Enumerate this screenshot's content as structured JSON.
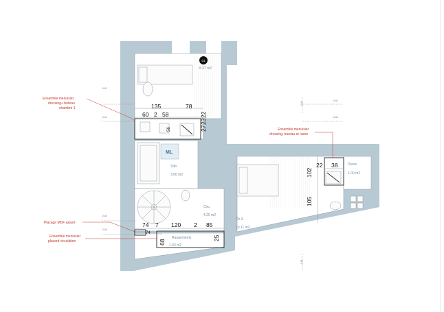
{
  "annotations": {
    "dressing_bureau": {
      "line1": "Ensemble menuisier",
      "line2": "dressing+ bureau",
      "line3": "chambre 1"
    },
    "dressing_right": {
      "line1": "Ensemble menuisier",
      "line2": "dressing, bureau et rasse"
    },
    "placage": {
      "line1": "Placage MDF ajouré"
    },
    "placard": {
      "line1": "Ensemble menuisier",
      "line2": "placard circulation"
    }
  },
  "rooms": {
    "bedroom1": {
      "area": "8.37 m2",
      "tag": "01"
    },
    "sdb": {
      "name": "Sdb",
      "area": "3.66 m2"
    },
    "ml": {
      "label": "ML"
    },
    "circ": {
      "name": "Circ.",
      "area": "4.25 m2"
    },
    "ch3": {
      "name": "Ch.3",
      "area": "10.11 m2"
    },
    "rangements": {
      "name": "Rangements",
      "area": "1.33 m2"
    },
    "dress": {
      "name": "Dress",
      "area": "1.00 m2"
    }
  },
  "dimensions": {
    "d135": "135",
    "d78": "78",
    "d60": "60",
    "d2a": "2",
    "d58": "58",
    "d22a": "22",
    "d27": "27",
    "d23": "23",
    "d56": "56",
    "d74a": "74",
    "d7": "7",
    "d120": "120",
    "d2b": "2",
    "d85": "85",
    "d74b": "74",
    "d68": "68",
    "d25": "25",
    "d22b": "22",
    "d38": "38",
    "d102": "102",
    "d105": "105"
  },
  "axes": {
    "a1": "-0.49",
    "a2": "-0.43",
    "a3": "-0.48",
    "a4": "-0.48",
    "b1": "-0.48",
    "b2": "-0.48",
    "b3": "-0.48",
    "b4": "-0.48"
  }
}
